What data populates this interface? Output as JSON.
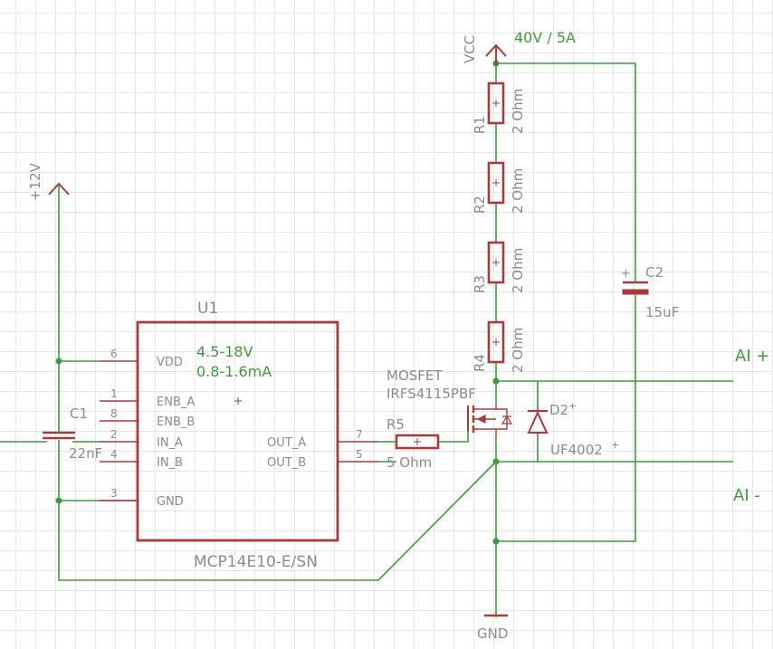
{
  "power": {
    "vcc": "VCC",
    "vcc_rating": "40V / 5A",
    "p12": "+12V",
    "gnd": "GND"
  },
  "u1": {
    "name": "U1",
    "value": "MCP14E10-E/SN",
    "supply_note1": "4.5-18V",
    "supply_note2": "0.8-1.6mA",
    "pins": [
      {
        "num": "6",
        "name": "VDD"
      },
      {
        "num": "1",
        "name": "ENB_A"
      },
      {
        "num": "8",
        "name": "ENB_B"
      },
      {
        "num": "2",
        "name": "IN_A"
      },
      {
        "num": "4",
        "name": "IN_B"
      },
      {
        "num": "3",
        "name": "GND"
      },
      {
        "num": "7",
        "name": "OUT_A"
      },
      {
        "num": "5",
        "name": "OUT_B"
      }
    ]
  },
  "resistors": [
    {
      "name": "R1",
      "value": "2 Ohm"
    },
    {
      "name": "R2",
      "value": "2 Ohm"
    },
    {
      "name": "R3",
      "value": "2 Ohm"
    },
    {
      "name": "R4",
      "value": "2 Ohm"
    },
    {
      "name": "R5",
      "value": "5 Ohm"
    }
  ],
  "c1": {
    "name": "C1",
    "value": "22nF"
  },
  "c2": {
    "name": "C2",
    "value": "15uF"
  },
  "mosfet": {
    "label": "MOSFET",
    "part": "IRFS4115PBF"
  },
  "diode": {
    "name": "D2",
    "value": "UF4002"
  },
  "outputs": {
    "ai_plus": "AI +",
    "ai_minus": "AI -"
  },
  "colors": {
    "wire": "#3e9a3e",
    "part": "#a83a3a",
    "text": "#8b8b8b"
  }
}
